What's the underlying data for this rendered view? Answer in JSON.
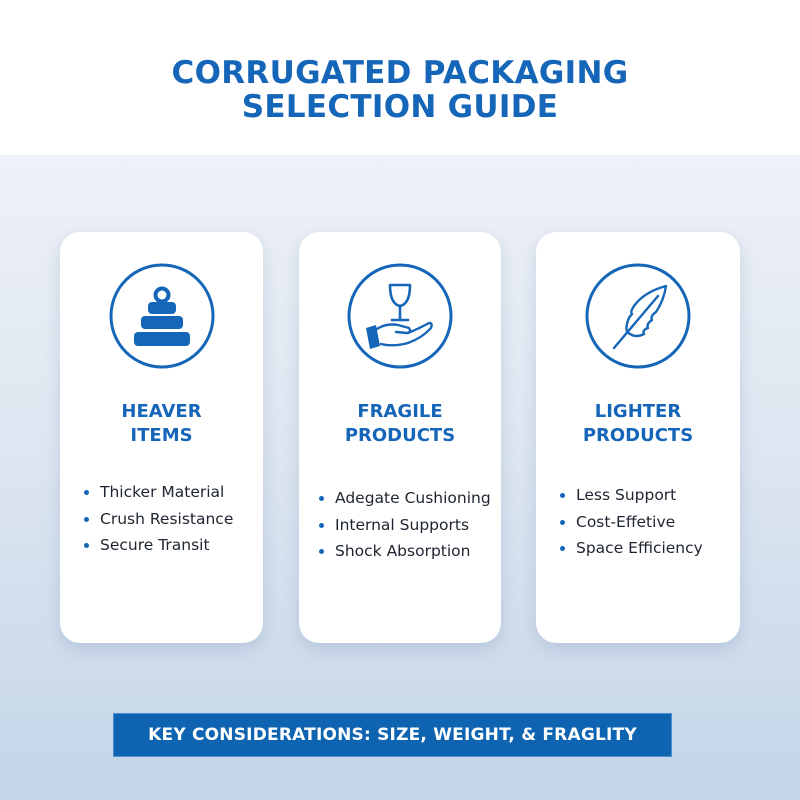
{
  "header": {
    "title_line1": "CORRUGATED PACKAGING",
    "title_line2": "SELECTION GUIDE"
  },
  "colors": {
    "accent": "#1565b8",
    "banner": "#0f64b2",
    "text": "#1e2430",
    "card": "#ffffff",
    "background_top": "#eef1f7",
    "background_bottom": "#c4d5e8"
  },
  "cards": [
    {
      "icon": "stacked-weights-icon",
      "title_line1": "HEAVER",
      "title_line2": "ITEMS",
      "features": [
        "Thicker Material",
        "Crush Resistance",
        "Secure Transit"
      ]
    },
    {
      "icon": "hand-holding-glass-icon",
      "title_line1": "FRAGILE",
      "title_line2": "PRODUCTS",
      "features": [
        "Adegate Cushioning",
        "Internal Supports",
        "Shock Absorption"
      ]
    },
    {
      "icon": "feather-icon",
      "title_line1": "LIGHTER",
      "title_line2": "PRODUCTS",
      "features": [
        "Less Support",
        "Cost-Effetive",
        "Space Efficiency"
      ]
    }
  ],
  "banner": {
    "text": "KEY CONSIDERATIONS: SIZE, WEIGHT, & FRAGLITY"
  }
}
